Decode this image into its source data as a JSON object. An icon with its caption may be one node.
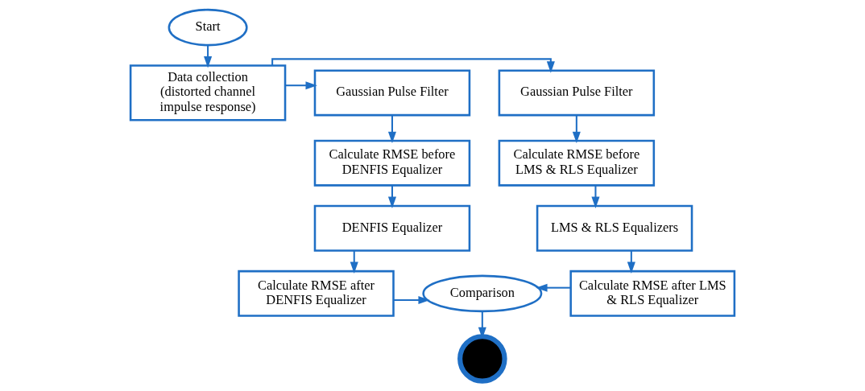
{
  "diagram": {
    "nodes": [
      {
        "text": [
          "Start"
        ]
      },
      {
        "text": [
          "Data collection (distorted channel impulse response)"
        ]
      },
      {
        "text": [
          "Gaussian Pulse Filter"
        ]
      },
      {
        "text": [
          "Calculate RMSE before DENFIS Equalizer"
        ]
      },
      {
        "text": [
          "DENFIS Equalizer"
        ]
      },
      {
        "text": [
          "Calculate RMSE after DENFIS Equalizer"
        ]
      },
      {
        "text": [
          "Gaussian Pulse Filter"
        ]
      },
      {
        "text": [
          "Calculate RMSE before LMS & RLS Equalizer"
        ]
      },
      {
        "text": [
          "LMS & RLS Equalizers"
        ]
      },
      {
        "text": [
          "Calculate RMSE after LMS & RLS Equalizer"
        ]
      },
      {
        "text": [
          "Comparison"
        ]
      },
      {
        "text": [],
        "shape": "circle"
      }
    ],
    "edges": [
      {
        "from": 0,
        "to": 1,
        "arrow": "to"
      },
      {
        "from": 1,
        "to": 2,
        "arrow": "to"
      },
      {
        "from": 1,
        "to": 6,
        "arrow": "to"
      },
      {
        "from": 2,
        "to": 3,
        "arrow": "to"
      },
      {
        "from": 3,
        "to": 4,
        "arrow": "to"
      },
      {
        "from": 4,
        "to": 5,
        "arrow": "to"
      },
      {
        "from": 6,
        "to": 7,
        "arrow": "to"
      },
      {
        "from": 7,
        "to": 8,
        "arrow": "to"
      },
      {
        "from": 8,
        "to": 9,
        "arrow": "to"
      },
      {
        "from": 5,
        "to": 10,
        "arrow": "to"
      },
      {
        "from": 9,
        "to": 10,
        "arrow": "to"
      },
      {
        "from": 10,
        "to": 11,
        "arrow": "to"
      }
    ]
  }
}
